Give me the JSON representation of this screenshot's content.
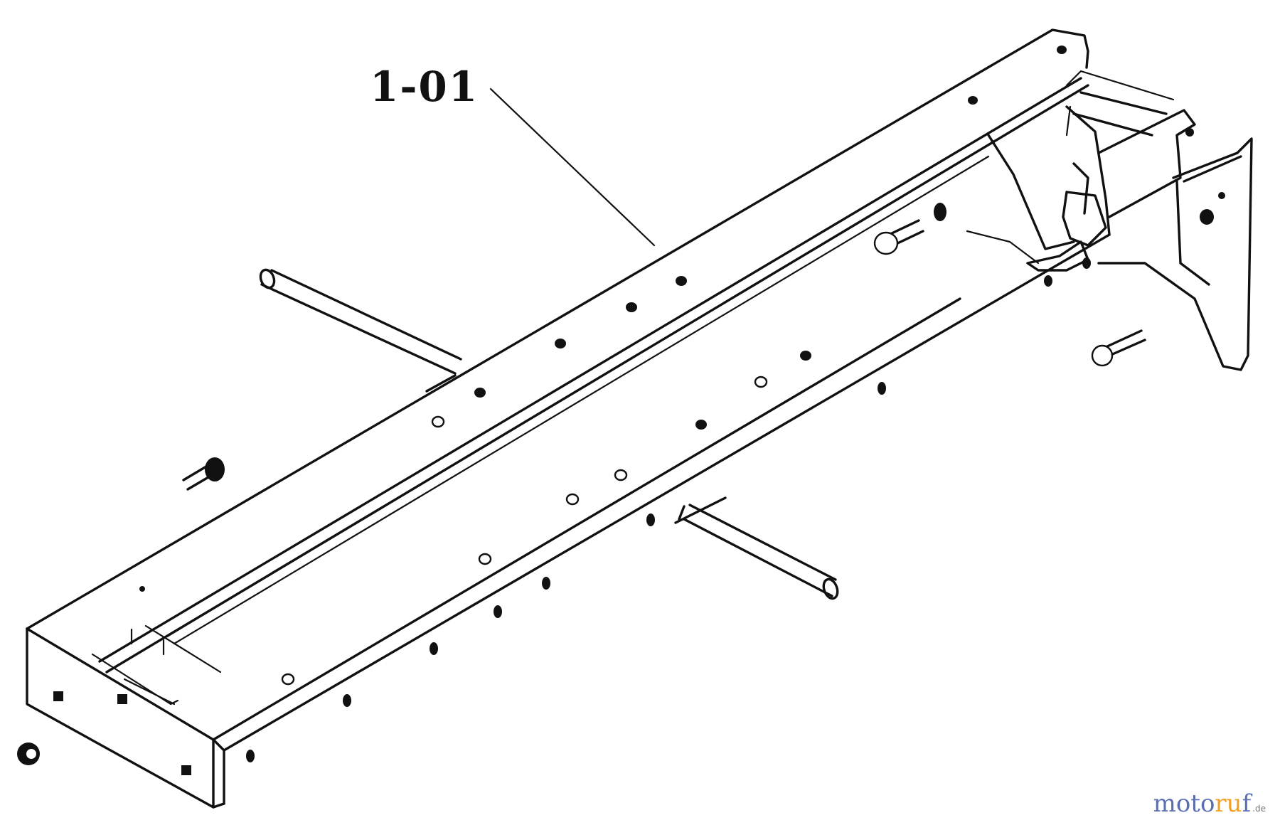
{
  "diagram": {
    "part_label": "1-01"
  },
  "watermark": {
    "part1": "moto",
    "part2": "ru",
    "part3": "f",
    "tld": ".de",
    "colors": {
      "primary": "#5b6fb0",
      "accent": "#f0a020"
    }
  }
}
